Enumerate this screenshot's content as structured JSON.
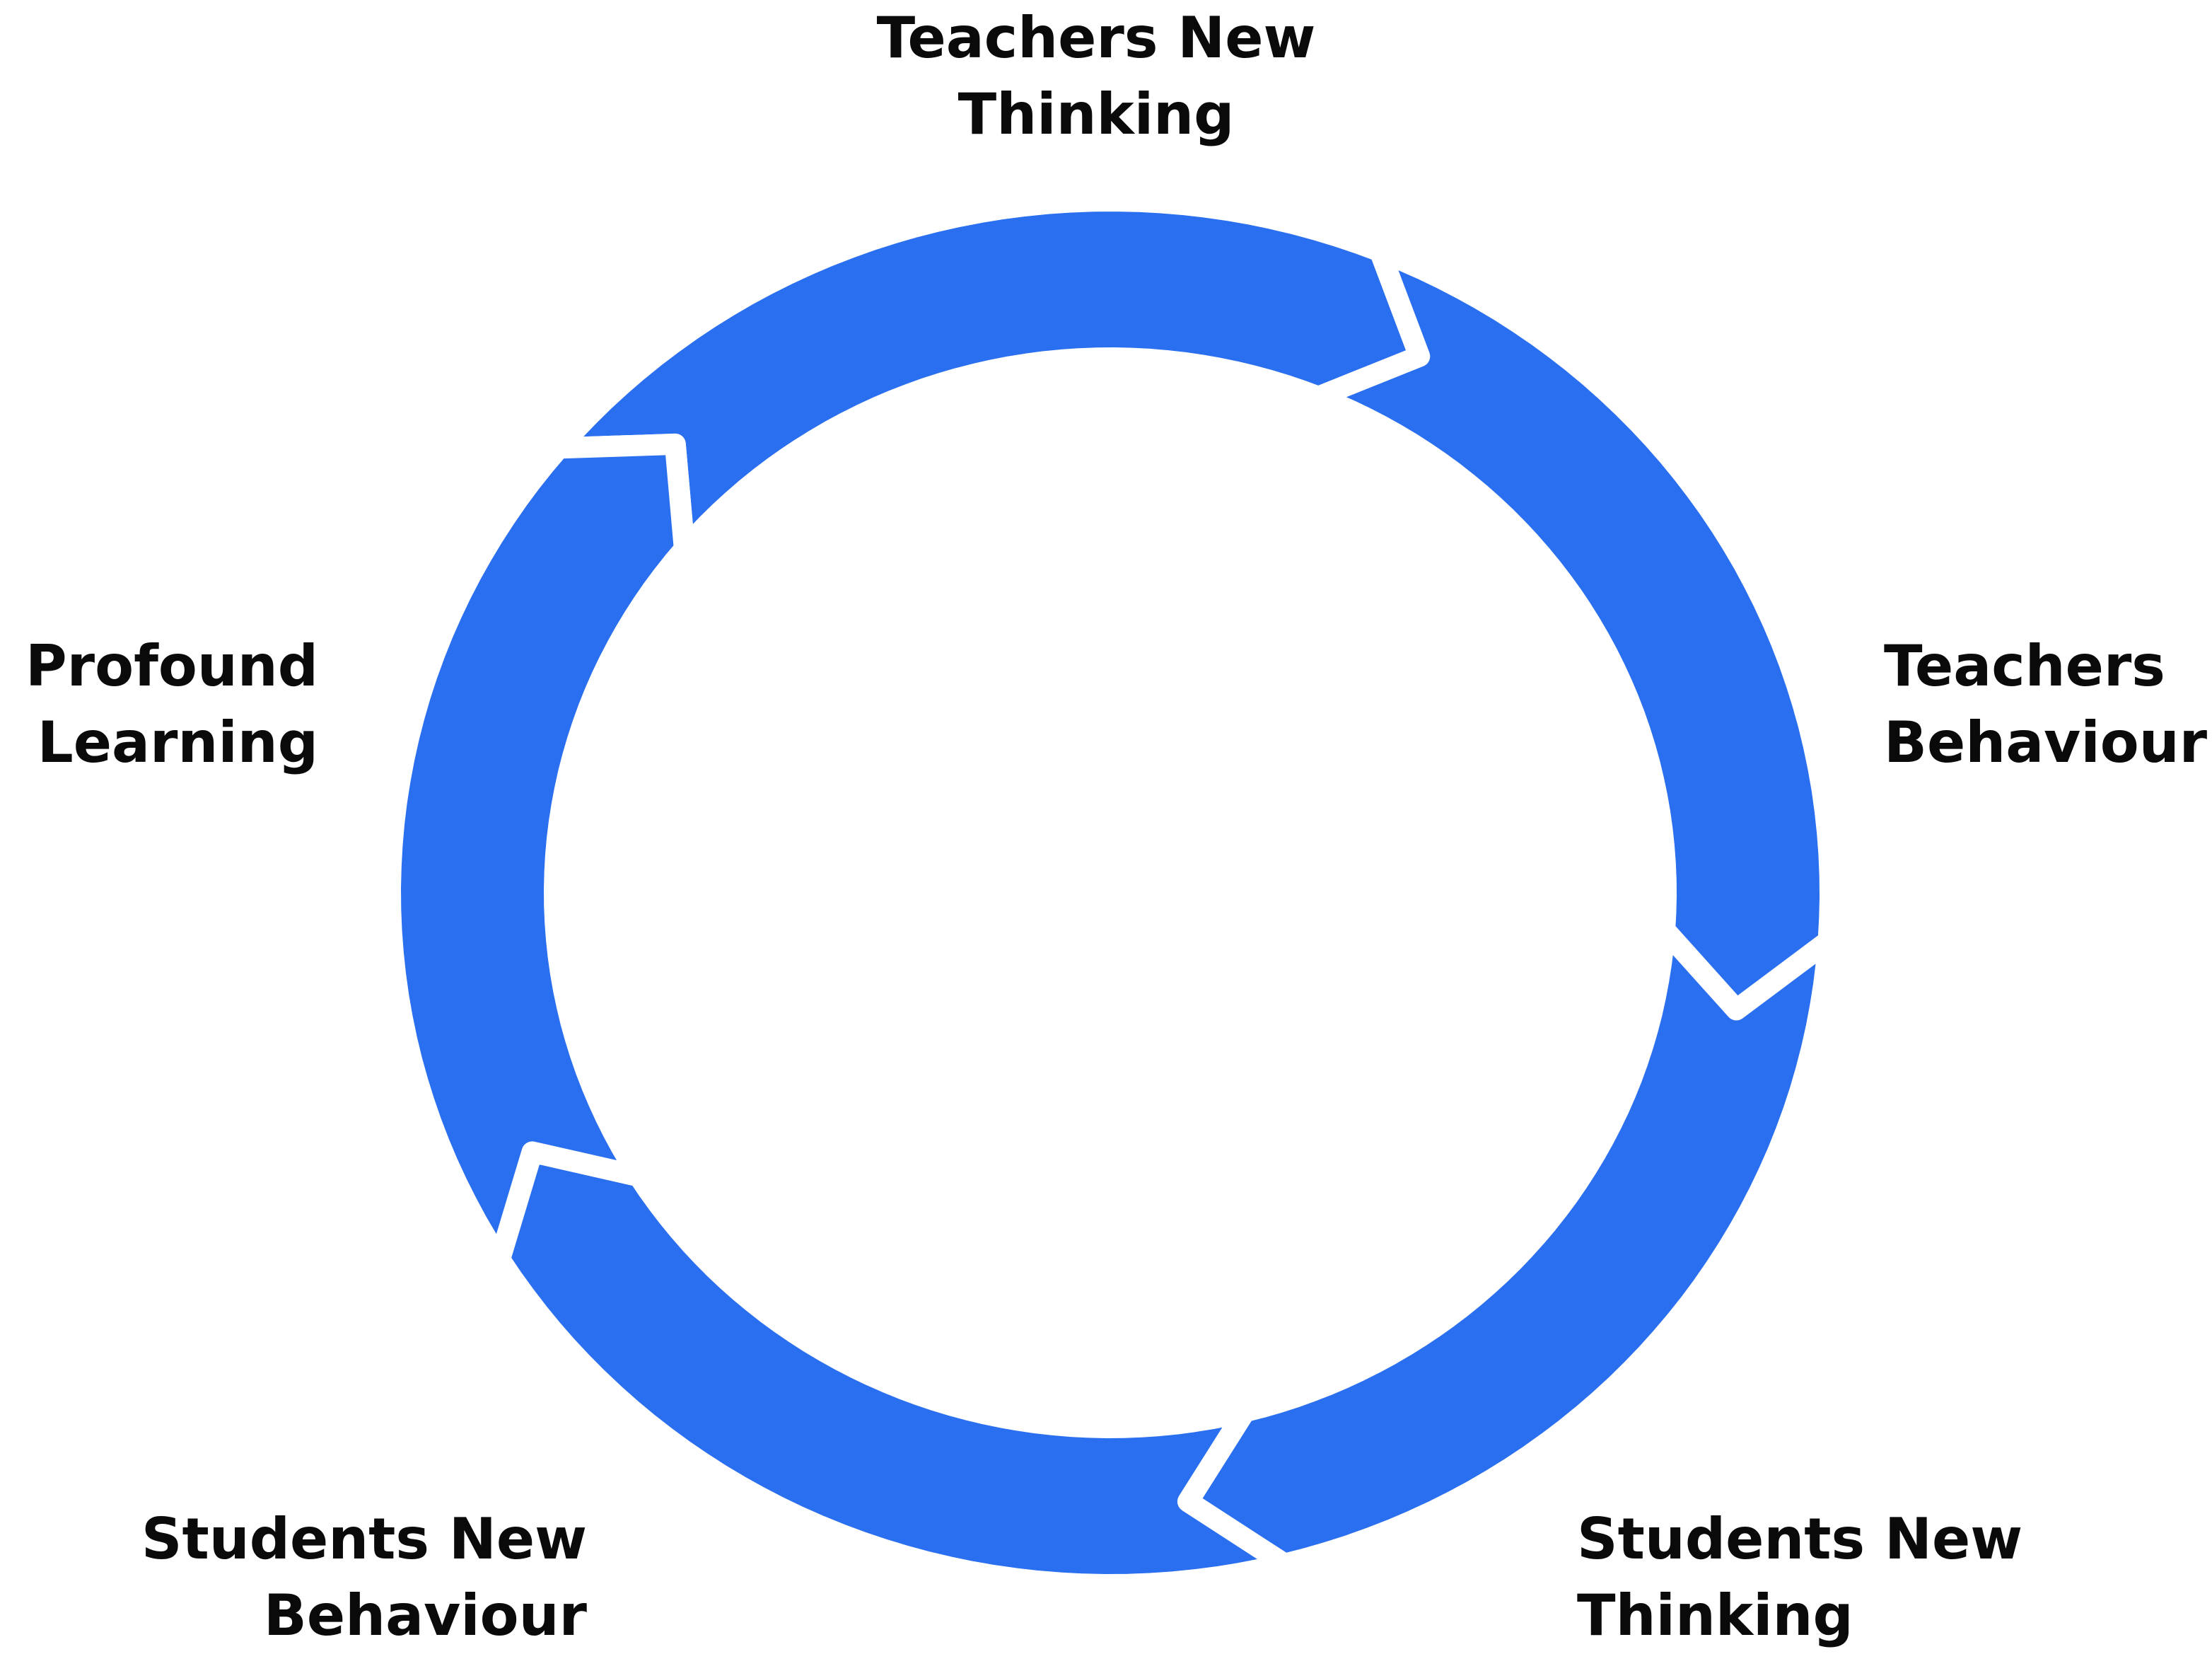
{
  "diagram": {
    "type": "cycle",
    "ring_color": "#2a6ff0",
    "gap_color": "#ffffff",
    "label_color": "#0a0a0a",
    "direction": "clockwise",
    "stages": [
      {
        "line1": "Teachers New",
        "line2": "Thinking"
      },
      {
        "line1": "Teachers",
        "line2": "Behaviour"
      },
      {
        "line1": "Students New",
        "line2": "Thinking"
      },
      {
        "line1": "Students New",
        "line2": "Behaviour"
      },
      {
        "line1": "Profound",
        "line2": "Learning"
      }
    ]
  }
}
